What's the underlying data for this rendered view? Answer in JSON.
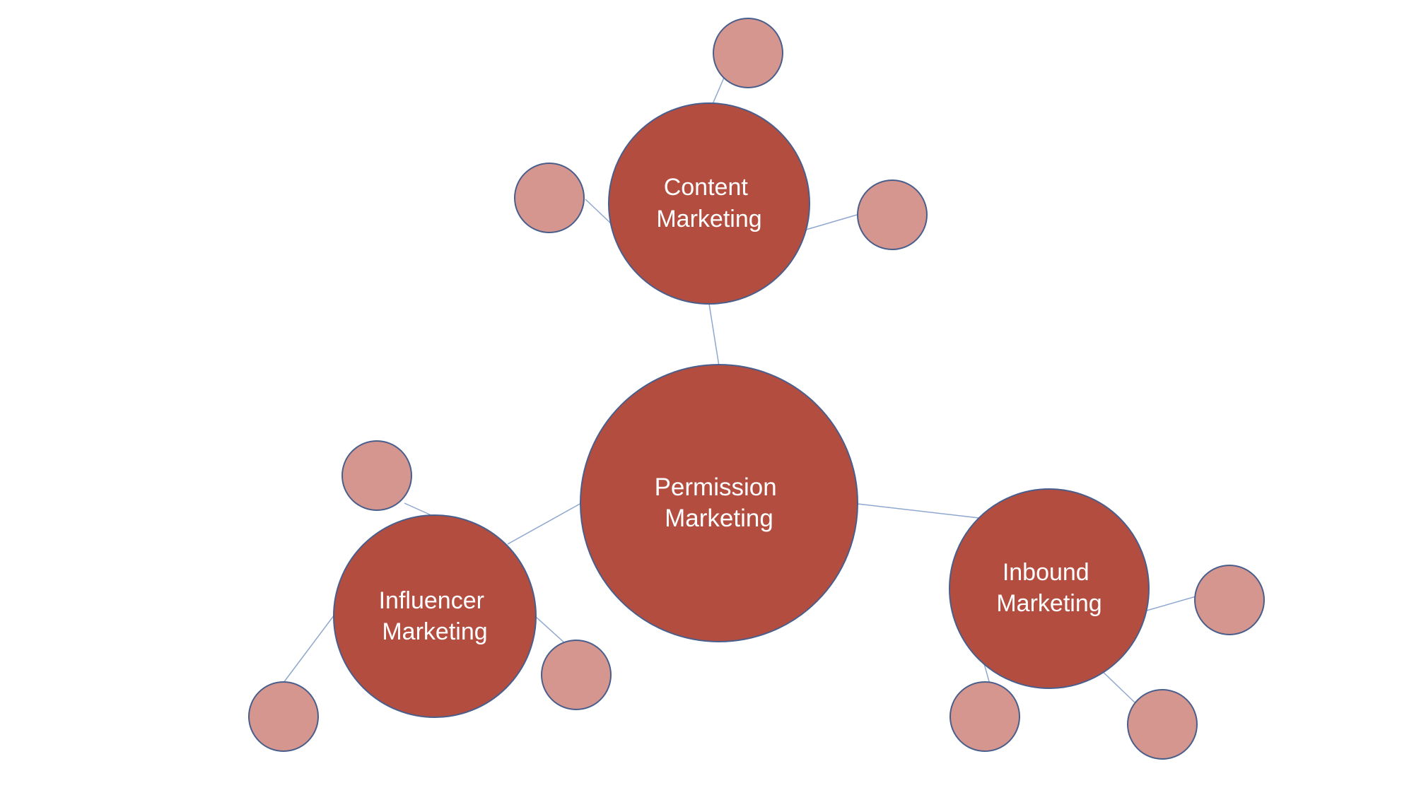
{
  "colors": {
    "background": "#ffffff",
    "primary_fill": "#b34d40",
    "secondary_fill": "#d4968f",
    "outline": "#4a5e8c",
    "connector": "#8fa7cf",
    "label_text": "#ffffff"
  },
  "center_node": {
    "label_line1": "Permission",
    "label_line2": "Marketing"
  },
  "topics": [
    {
      "label_line1": "Content",
      "label_line2": "Marketing",
      "subnode_count": 3
    },
    {
      "label_line1": "Influencer",
      "label_line2": "Marketing",
      "subnode_count": 3
    },
    {
      "label_line1": "Inbound",
      "label_line2": "Marketing",
      "subnode_count": 3
    }
  ]
}
